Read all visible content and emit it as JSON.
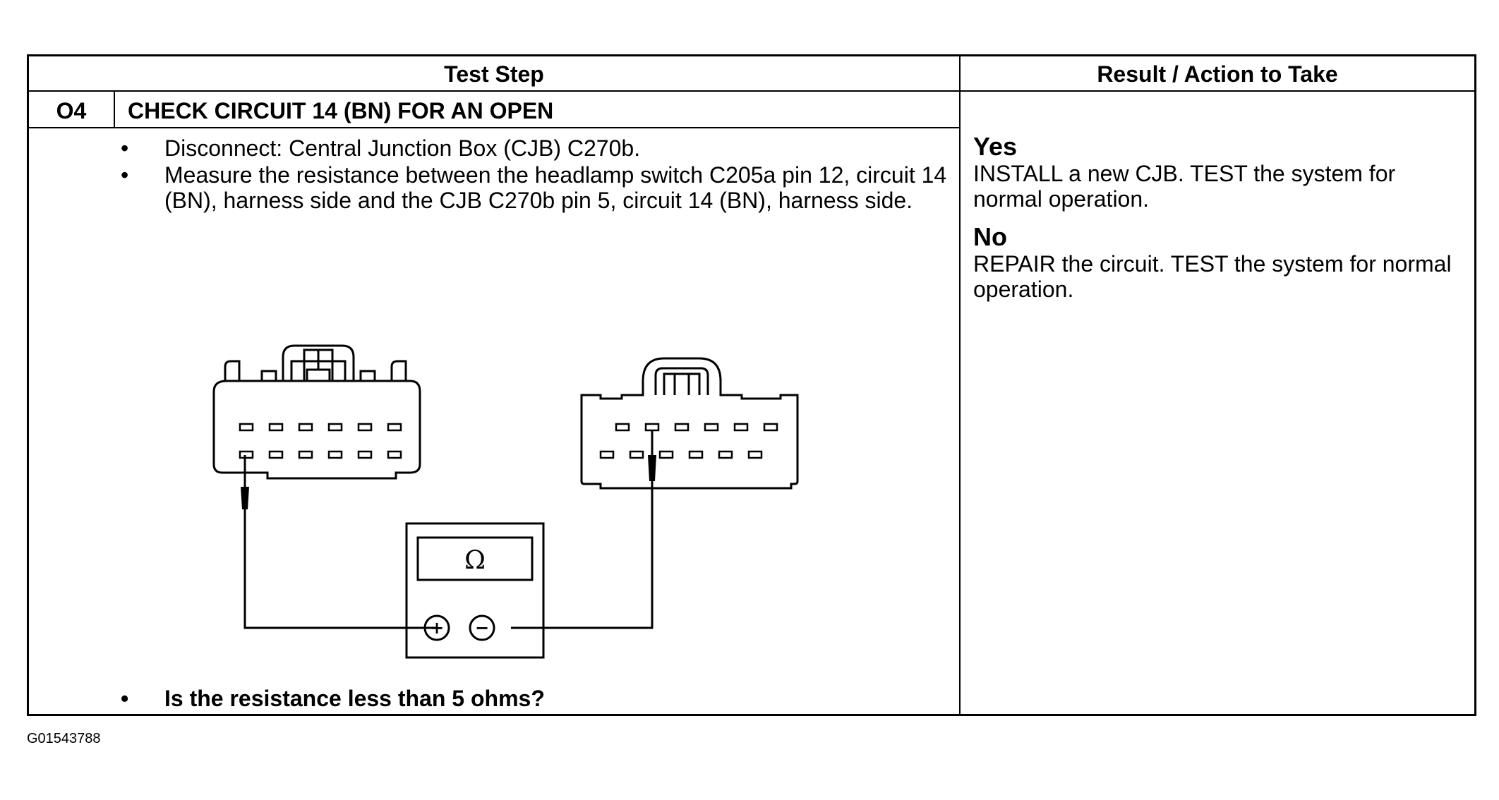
{
  "table": {
    "header_test_step": "Test Step",
    "header_result": "Result / Action to Take",
    "step_number": "O4",
    "step_title": "CHECK CIRCUIT 14 (BN) FOR AN OPEN",
    "instructions": [
      "Disconnect: Central Junction Box (CJB) C270b.",
      "Measure the resistance between the headlamp switch C205a pin 12, circuit 14 (BN), harness side and the CJB C270b pin 5, circuit 14 (BN), harness side."
    ],
    "question": "Is the resistance less than 5 ohms?",
    "results": [
      {
        "label": "Yes",
        "action": "INSTALL a new CJB. TEST the system for normal operation."
      },
      {
        "label": "No",
        "action": "REPAIR the circuit. TEST the system for normal operation."
      }
    ]
  },
  "diagram": {
    "meter_symbol": "Ω",
    "plus_symbol": "+",
    "minus_symbol": "−",
    "icons": [
      "headlamp-switch-connector-c205a",
      "cjb-connector-c270b",
      "ohmmeter"
    ]
  },
  "figure_id": "G01543788"
}
